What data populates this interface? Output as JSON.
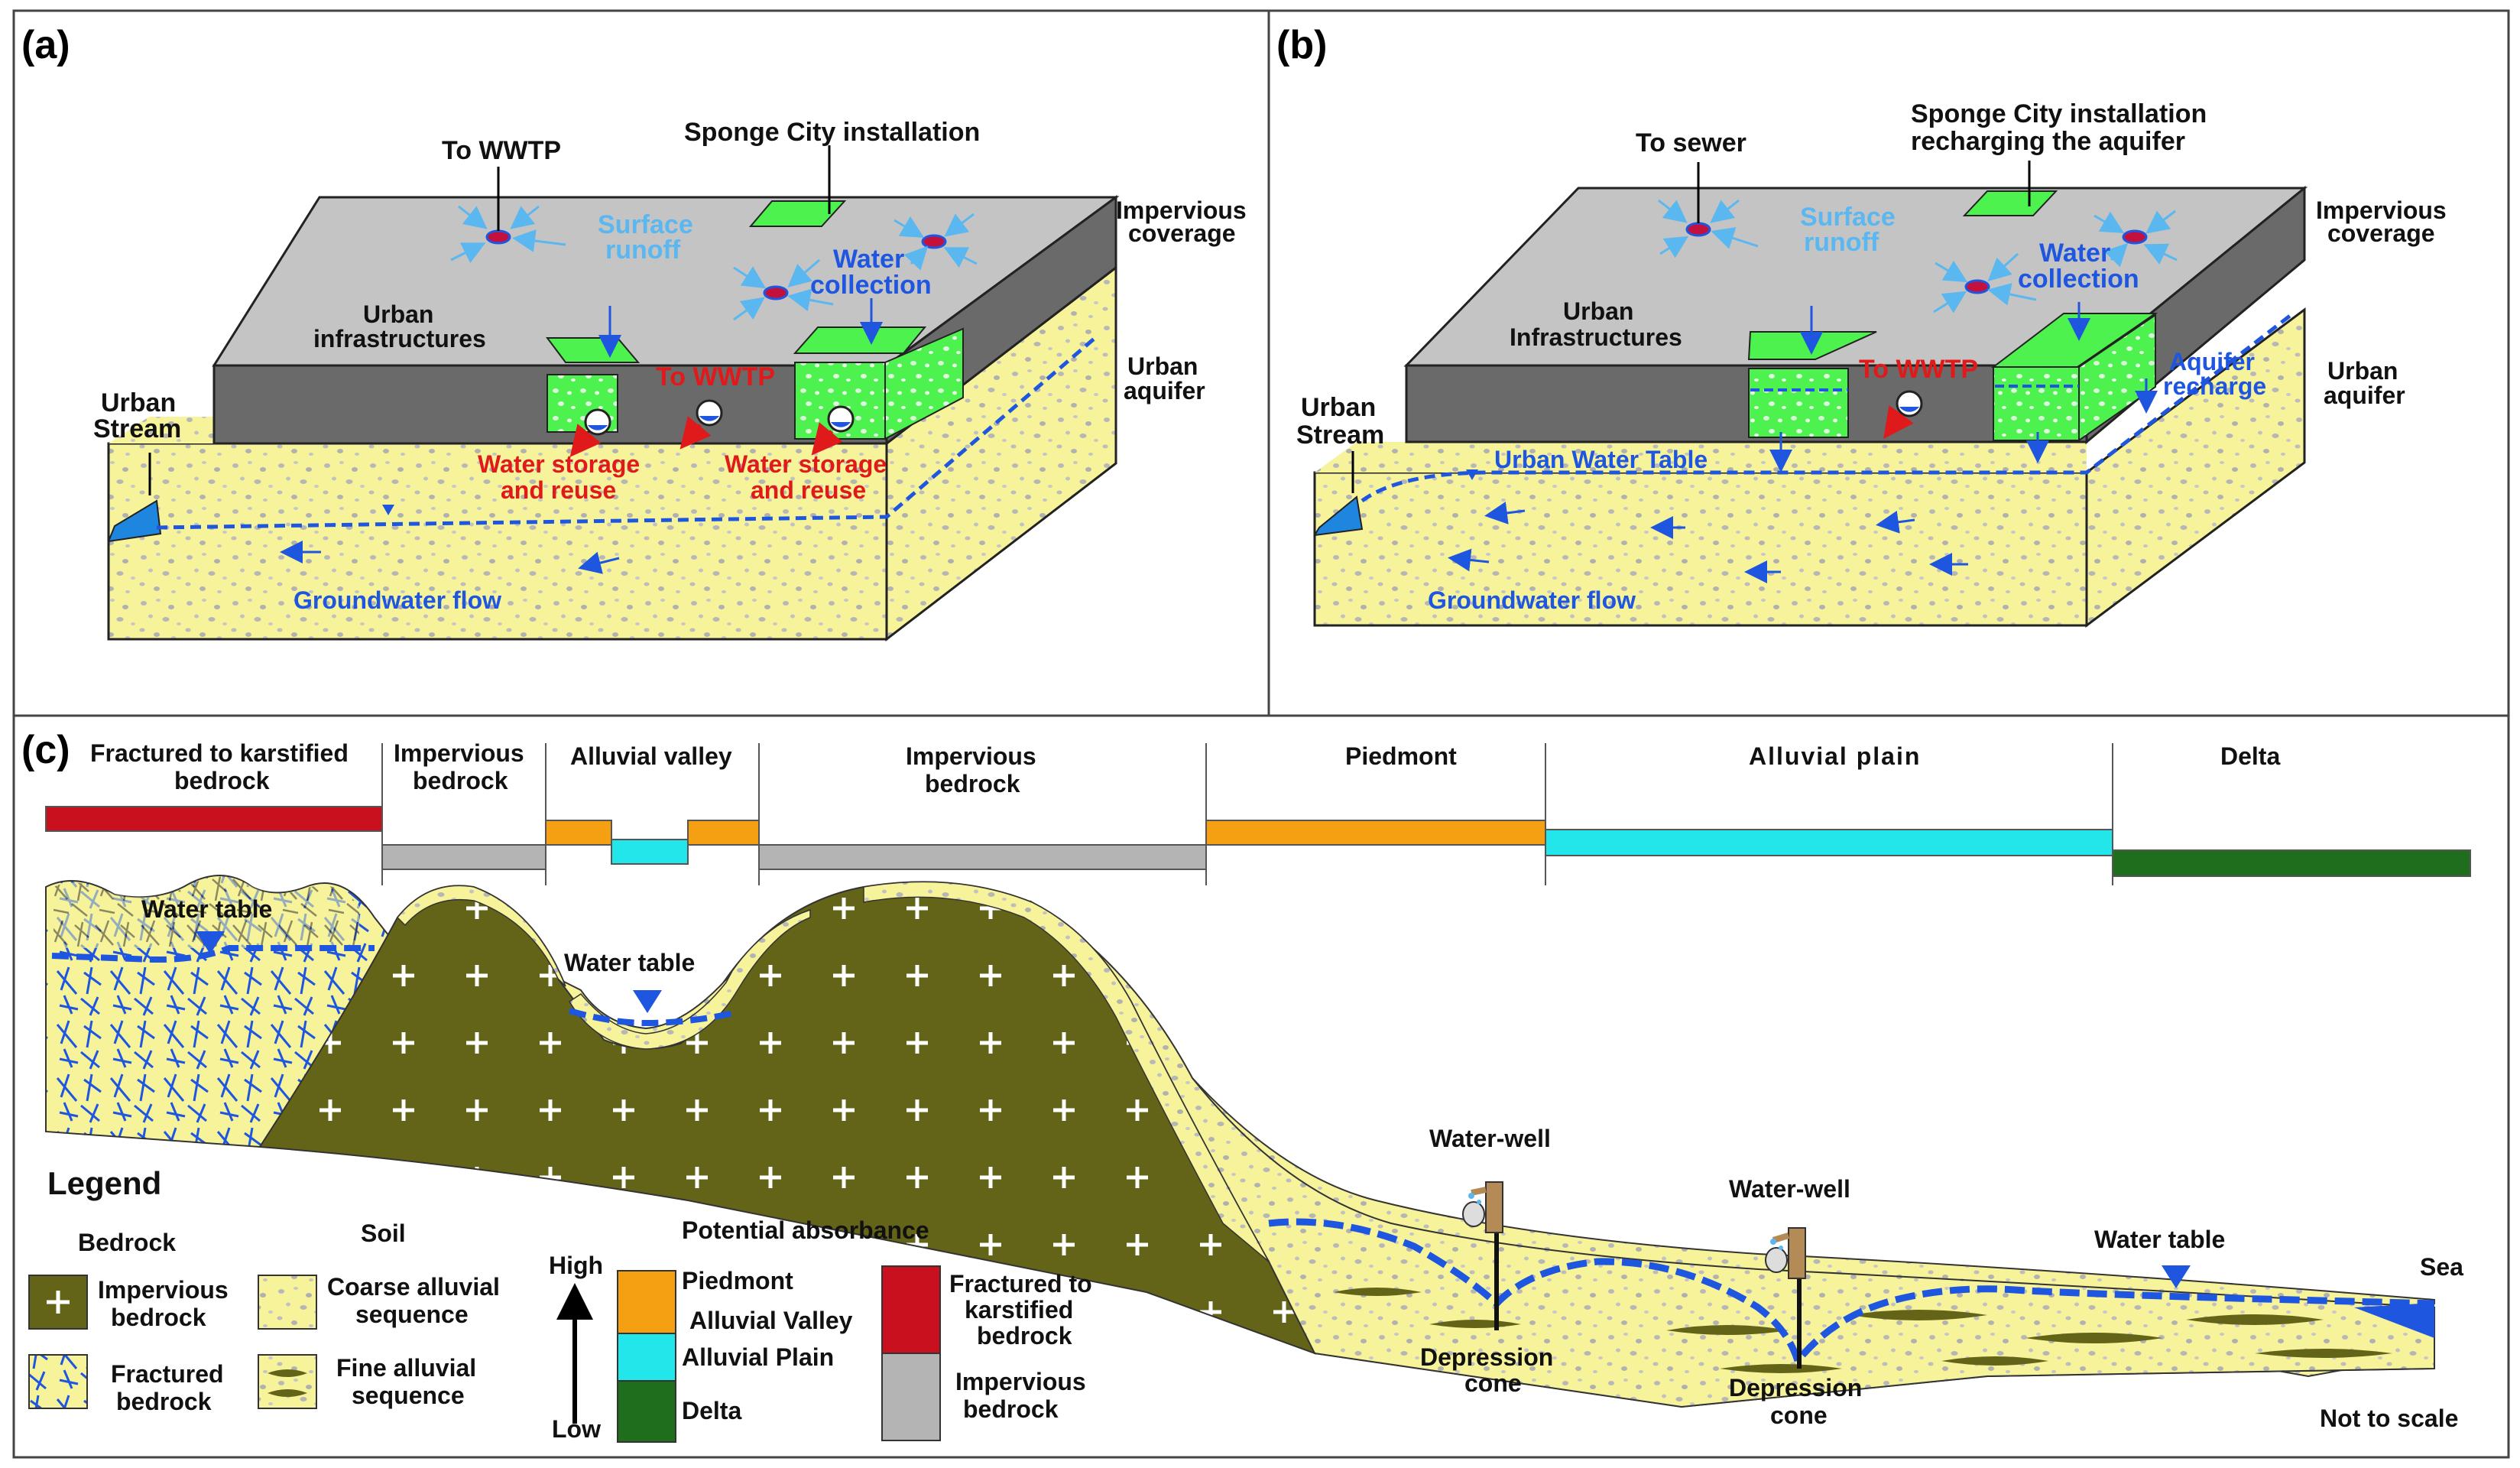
{
  "panel_a": {
    "panel_label": "(a)",
    "to_wwtp_top": "To WWTP",
    "sponge_city": "Sponge City installation",
    "impervious_coverage": [
      "Impervious",
      "coverage"
    ],
    "surface_runoff": [
      "Surface",
      "runoff"
    ],
    "water_collection": [
      "Water",
      "collection"
    ],
    "urban_infrastructures": [
      "Urban",
      "infrastructures"
    ],
    "to_wwtp_mid": "To WWTP",
    "urban_aquifer": [
      "Urban",
      "aquifer"
    ],
    "urban_stream": [
      "Urban",
      "Stream"
    ],
    "water_storage_1": [
      "Water storage",
      "and reuse"
    ],
    "water_storage_2": [
      "Water storage",
      "and reuse"
    ],
    "groundwater_flow": "Groundwater flow"
  },
  "panel_b": {
    "panel_label": "(b)",
    "to_sewer": "To sewer",
    "sponge_city": [
      "Sponge City installation",
      "recharging the aquifer"
    ],
    "impervious_coverage": [
      "Impervious",
      "coverage"
    ],
    "surface_runoff": [
      "Surface",
      "runoff"
    ],
    "water_collection": [
      "Water",
      "collection"
    ],
    "urban_infrastructures": [
      "Urban",
      "Infrastructures"
    ],
    "to_wwtp": "To WWTP",
    "aquifer_recharge": [
      "Aquifer",
      "recharge"
    ],
    "urban_aquifer": [
      "Urban",
      "aquifer"
    ],
    "urban_stream": [
      "Urban",
      "Stream"
    ],
    "urban_water_table": "Urban Water Table",
    "groundwater_flow": "Groundwater flow"
  },
  "panel_c": {
    "panel_label": "(c)",
    "zones": [
      {
        "label": [
          "Fractured to karstified",
          "bedrock"
        ],
        "color": "#c8101e"
      },
      {
        "label": [
          "Impervious",
          "bedrock"
        ],
        "color": "#b4b4b4"
      },
      {
        "label": [
          "Alluvial valley"
        ],
        "color": "#f5a012"
      },
      {
        "label": [
          "Impervious",
          "bedrock"
        ],
        "color": "#b4b4b4"
      },
      {
        "label": [
          "Piedmont"
        ],
        "color": "#f5a012"
      },
      {
        "label": [
          "Alluvial plain"
        ],
        "color": "#22e6ea"
      },
      {
        "label": [
          "Delta"
        ],
        "color": "#1e6e1e"
      }
    ],
    "water_table_1": "Water table",
    "water_table_2": "Water table",
    "water_table_3": "Water table",
    "water_well_1": "Water-well",
    "water_well_2": "Water-well",
    "depression_cone_1": [
      "Depression",
      "cone"
    ],
    "depression_cone_2": [
      "Depression",
      "cone"
    ],
    "sea": "Sea",
    "not_to_scale": "Not to scale",
    "legend": {
      "title": "Legend",
      "bedrock_header": "Bedrock",
      "soil_header": "Soil",
      "impervious_bedrock": [
        "Impervious",
        "bedrock"
      ],
      "fractured_bedrock": [
        "Fractured",
        "bedrock"
      ],
      "coarse_alluvial": [
        "Coarse alluvial",
        "sequence"
      ],
      "fine_alluvial": [
        "Fine alluvial",
        "sequence"
      ],
      "potential_absorbance": "Potential absorbance",
      "high": "High",
      "low": "Low",
      "piedmont": "Piedmont",
      "alluvial_valley": "Alluvial Valley",
      "alluvial_plain": "Alluvial Plain",
      "delta": "Delta",
      "fractured_karst": [
        "Fractured to",
        "karstified",
        "bedrock"
      ],
      "impervious_bedrock_2": [
        "Impervious",
        "bedrock"
      ]
    }
  },
  "colors": {
    "soil": "#f6f39a",
    "pavement_top": "#c4c4c4",
    "pavement_side": "#6a6a6a",
    "green": "#4ef24e",
    "water_blue": "#1f56e0",
    "label_light_blue": "#5ab7f0",
    "red_label": "#e01a1a",
    "impervious_bedrock": "#646419",
    "piedmont": "#f5a012",
    "alluvial_plain": "#22e6ea",
    "delta": "#1e6e1e",
    "fractured": "#c8101e",
    "grey": "#b4b4b4"
  }
}
